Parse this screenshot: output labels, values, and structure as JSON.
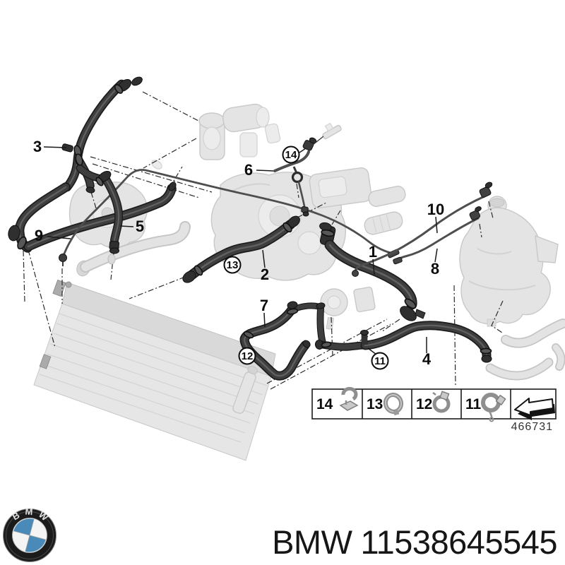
{
  "page": {
    "background": "#ffffff",
    "type": "parts-catalog-diagram"
  },
  "callouts": [
    {
      "id": "1",
      "label": "1",
      "circled": false
    },
    {
      "id": "2",
      "label": "2",
      "circled": false
    },
    {
      "id": "3",
      "label": "3",
      "circled": false
    },
    {
      "id": "4",
      "label": "4",
      "circled": false
    },
    {
      "id": "5",
      "label": "5",
      "circled": false
    },
    {
      "id": "6",
      "label": "6",
      "circled": false
    },
    {
      "id": "7",
      "label": "7",
      "circled": false
    },
    {
      "id": "8",
      "label": "8",
      "circled": false
    },
    {
      "id": "9",
      "label": "9",
      "circled": false
    },
    {
      "id": "10",
      "label": "10",
      "circled": false
    },
    {
      "id": "11",
      "label": "11",
      "circled": true
    },
    {
      "id": "12",
      "label": "12",
      "circled": true
    },
    {
      "id": "13",
      "label": "13",
      "circled": true
    },
    {
      "id": "14",
      "label": "14",
      "circled": true
    }
  ],
  "legend": {
    "items": [
      {
        "label": "14",
        "icon": "retaining-clip-icon"
      },
      {
        "label": "13",
        "icon": "band-clamp-icon"
      },
      {
        "label": "12",
        "icon": "screw-clamp-icon"
      },
      {
        "label": "11",
        "icon": "screw-clamp-icon"
      }
    ],
    "arrow_icon": "back-arrow-icon",
    "drawing_number": "466731"
  },
  "footer": {
    "brand": "BMW",
    "part_number": "11538645545"
  },
  "colors": {
    "hose": "#3e3e3e",
    "ghost": "#e4e4e4",
    "roundel_blue": "#4a8ab8",
    "text": "#161616"
  }
}
